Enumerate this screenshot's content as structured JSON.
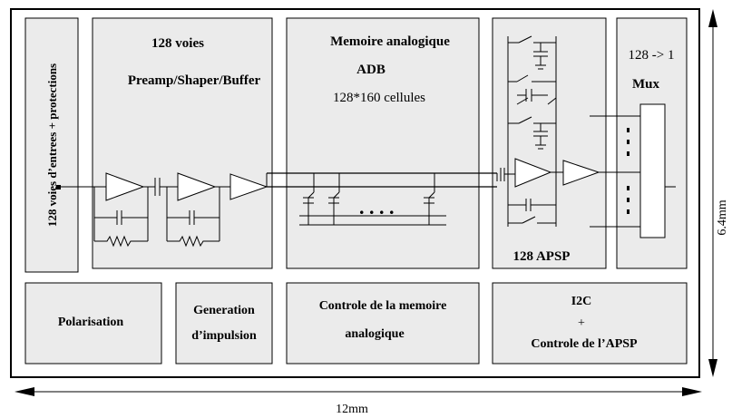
{
  "blocks": {
    "inputs": "128 voies d’entrees + protections",
    "preamp_line1": "128 voies",
    "preamp_line2": "Preamp/Shaper/Buffer",
    "memory_line1": "Memoire analogique",
    "memory_line2": "ADB",
    "memory_line3": "128*160 cellules",
    "apsp": "128 APSP",
    "mux_line1": "128 -> 1",
    "mux_line2": "Mux",
    "polarisation": "Polarisation",
    "generation_line1": "Generation",
    "generation_line2": "d’impulsion",
    "controle_line1": "Controle de la memoire",
    "controle_line2": "analogique",
    "i2c_line1": "I2C",
    "i2c_line2": "+",
    "i2c_line3": "Controle de l’APSP"
  },
  "dimensions": {
    "width": "12mm",
    "height": "6.4mm"
  },
  "memory_dots": ". . . .",
  "colors": {
    "block_fill": "#ebebeb",
    "line": "#000000"
  }
}
